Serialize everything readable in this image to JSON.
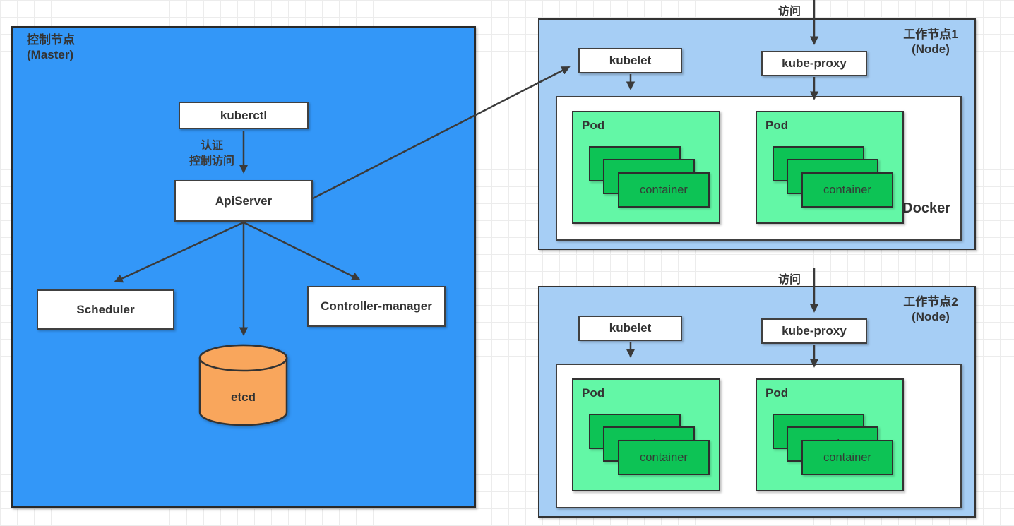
{
  "diagram": {
    "master": {
      "title": "控制节点",
      "subtitle": "(Master)",
      "kuberctl_label": "kuberctl",
      "auth_line1": "认证",
      "auth_line2": "控制访问",
      "apiserver_label": "ApiServer",
      "scheduler_label": "Scheduler",
      "controller_manager_label": "Controller-manager",
      "etcd_label": "etcd"
    },
    "nodes": [
      {
        "title": "工作节点1",
        "subtitle": "(Node)",
        "visit_label": "访问",
        "kubelet_label": "kubelet",
        "kube_proxy_label": "kube-proxy",
        "docker_label": "Docker",
        "pods": [
          {
            "label": "Pod",
            "container_label": "container"
          },
          {
            "label": "Pod",
            "container_label": "container"
          }
        ]
      },
      {
        "title": "工作节点2",
        "subtitle": "(Node)",
        "visit_label": "访问",
        "kubelet_label": "kubelet",
        "kube_proxy_label": "kube-proxy",
        "pods": [
          {
            "label": "Pod",
            "container_label": "container"
          },
          {
            "label": "Pod",
            "container_label": "container"
          }
        ]
      }
    ],
    "colors": {
      "master_fill": "#3397f8",
      "node_fill": "#a6cef5",
      "pod_fill": "#63f7a6",
      "container_fill": "#0dc355",
      "etcd_fill": "#f9a65c",
      "arrow": "#3a3a3a",
      "border": "#333333",
      "grid_line": "#ececec"
    }
  }
}
